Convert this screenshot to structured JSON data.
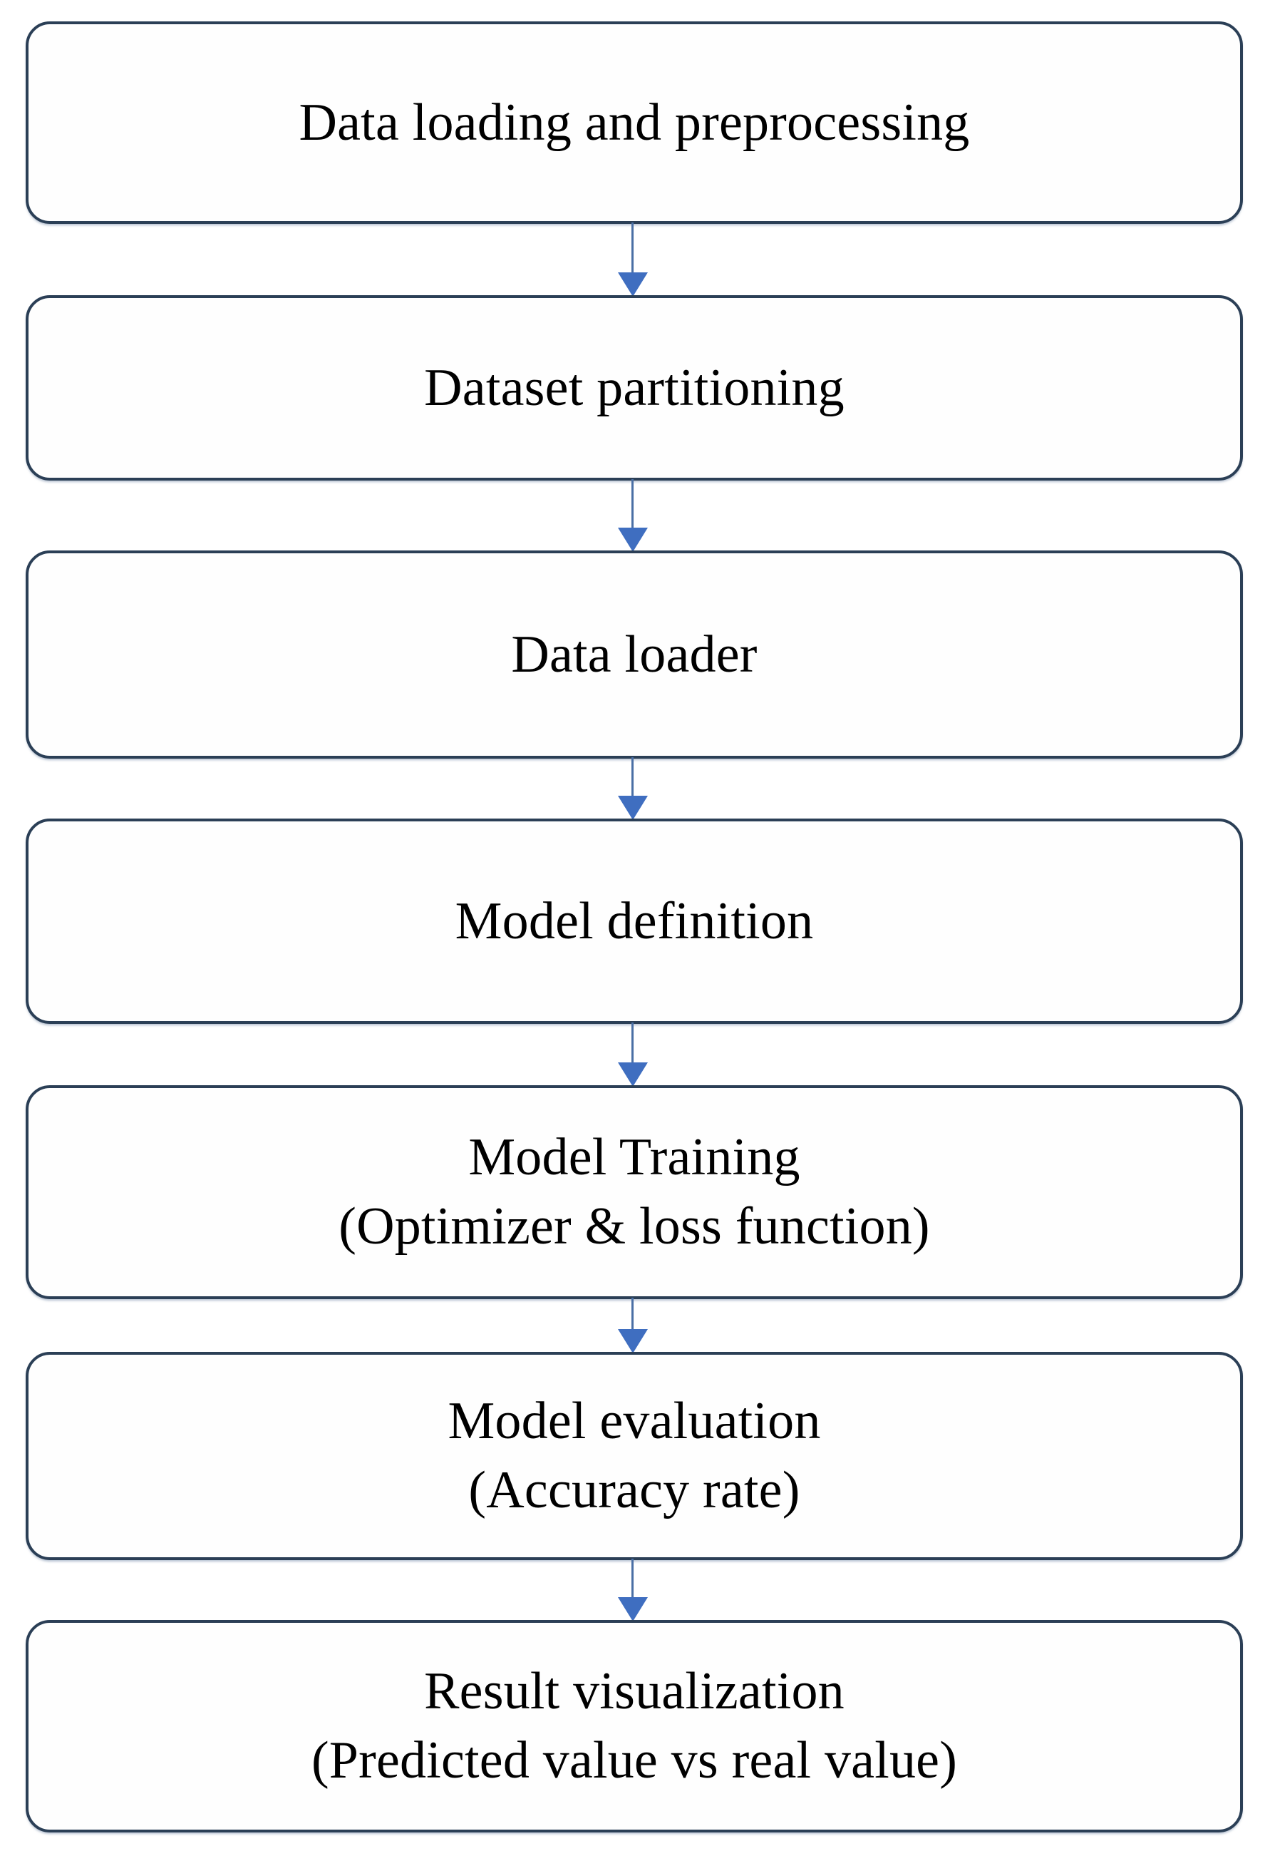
{
  "diagram": {
    "type": "flowchart",
    "orientation": "vertical-top-to-bottom",
    "title": "",
    "colors": {
      "node_border": "#2b3f56",
      "node_fill": "#fefefe",
      "arrow": "#3f6ec0",
      "text": "#000000",
      "background": "#ffffff"
    },
    "nodes": [
      {
        "id": "data-loading-and-preprocessing",
        "line1": "Data loading and preprocessing",
        "line2": ""
      },
      {
        "id": "dataset-partitioning",
        "line1": "Dataset partitioning",
        "line2": ""
      },
      {
        "id": "data-loader",
        "line1": "Data loader",
        "line2": ""
      },
      {
        "id": "model-definition",
        "line1": "Model definition",
        "line2": ""
      },
      {
        "id": "model-training",
        "line1": "Model Training",
        "line2": "(Optimizer & loss function)"
      },
      {
        "id": "model-evaluation",
        "line1": "Model evaluation",
        "line2": "(Accuracy rate)"
      },
      {
        "id": "result-visualization",
        "line1": "Result visualization",
        "line2": "(Predicted value vs real value)"
      }
    ],
    "edges": [
      {
        "from": "data-loading-and-preprocessing",
        "to": "dataset-partitioning",
        "label": ""
      },
      {
        "from": "dataset-partitioning",
        "to": "data-loader",
        "label": ""
      },
      {
        "from": "data-loader",
        "to": "model-definition",
        "label": ""
      },
      {
        "from": "model-definition",
        "to": "model-training",
        "label": ""
      },
      {
        "from": "model-training",
        "to": "model-evaluation",
        "label": ""
      },
      {
        "from": "model-evaluation",
        "to": "result-visualization",
        "label": ""
      }
    ]
  }
}
